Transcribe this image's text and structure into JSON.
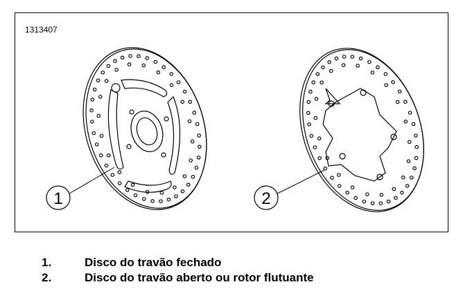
{
  "figure": {
    "id": "1313407",
    "callouts": [
      "1",
      "2"
    ]
  },
  "legend": [
    {
      "number": "1.",
      "text": "Disco do travão fechado"
    },
    {
      "number": "2.",
      "text": "Disco do travão aberto ou rotor flutuante"
    }
  ]
}
